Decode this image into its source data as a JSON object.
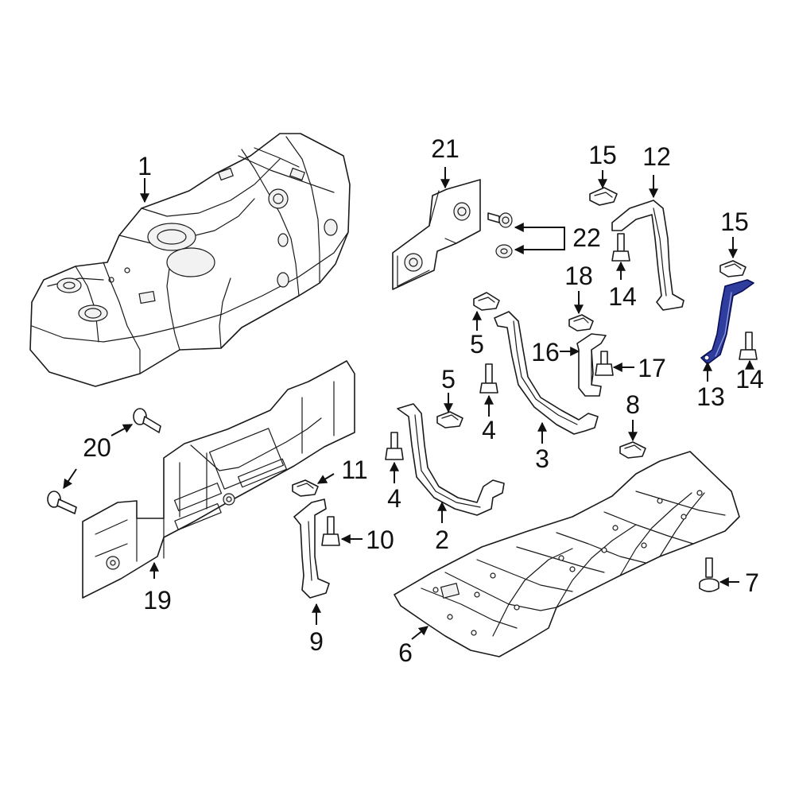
{
  "callouts": [
    {
      "id": "c1",
      "label": "1"
    },
    {
      "id": "c2",
      "label": "2"
    },
    {
      "id": "c3",
      "label": "3"
    },
    {
      "id": "c4a",
      "label": "4"
    },
    {
      "id": "c4b",
      "label": "4"
    },
    {
      "id": "c5a",
      "label": "5"
    },
    {
      "id": "c5b",
      "label": "5"
    },
    {
      "id": "c6",
      "label": "6"
    },
    {
      "id": "c7",
      "label": "7"
    },
    {
      "id": "c8",
      "label": "8"
    },
    {
      "id": "c9",
      "label": "9"
    },
    {
      "id": "c10",
      "label": "10"
    },
    {
      "id": "c11",
      "label": "11"
    },
    {
      "id": "c12",
      "label": "12"
    },
    {
      "id": "c13",
      "label": "13"
    },
    {
      "id": "c14a",
      "label": "14"
    },
    {
      "id": "c14b",
      "label": "14"
    },
    {
      "id": "c15a",
      "label": "15"
    },
    {
      "id": "c15b",
      "label": "15"
    },
    {
      "id": "c16",
      "label": "16"
    },
    {
      "id": "c17",
      "label": "17"
    },
    {
      "id": "c18",
      "label": "18"
    },
    {
      "id": "c19",
      "label": "19"
    },
    {
      "id": "c20",
      "label": "20"
    },
    {
      "id": "c21",
      "label": "21"
    },
    {
      "id": "c22",
      "label": "22"
    }
  ],
  "highlight_color": "#2f3e9e",
  "highlighted_part": "13"
}
